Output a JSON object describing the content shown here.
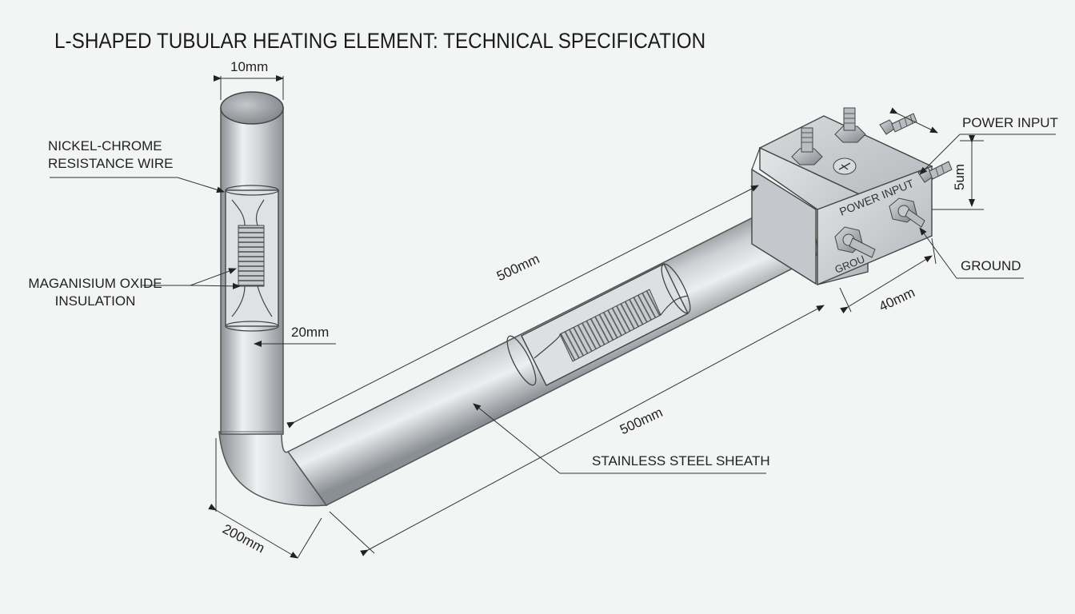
{
  "title": "L-SHAPED TUBULAR HEATING ELEMENT: TECHNICAL SPECIFICATION",
  "labels": {
    "nickel_chrome_line1": "NICKEL-CHROME",
    "nickel_chrome_line2": "RESISTANCE WIRE",
    "mgo_line1": "MAGANISIUM OXIDE",
    "mgo_line2": "INSULATION",
    "power_input": "POWER INPUT",
    "ground": "GROUND",
    "sheath": "STAINLESS STEEL SHEATH",
    "box_power_input": "POWER INPUT",
    "box_ground": "GROU"
  },
  "dimensions": {
    "tube_top_diameter": "10mm",
    "tube_diameter": "20mm",
    "length_upper": "500mm",
    "length_lower": "500mm",
    "bend_radius": "200mm",
    "box_width": "40mm",
    "box_height": "5um"
  },
  "colors": {
    "background": "#f3f4f4",
    "metal_light": "#eef0f1",
    "metal_mid": "#b8bcc0",
    "metal_dark": "#8a8f94",
    "line": "#333333"
  },
  "icons": {
    "ground_symbol": "ground-symbol-icon"
  }
}
